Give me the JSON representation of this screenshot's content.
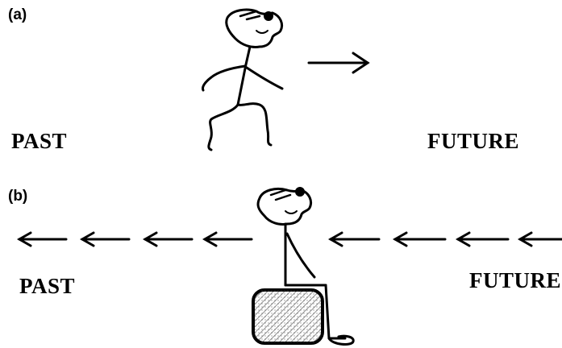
{
  "panel_a": {
    "label": "(a)",
    "left_word": "PAST",
    "right_word": "FUTURE"
  },
  "panel_b": {
    "label": "(b)",
    "left_word": "PAST",
    "right_word": "FUTURE"
  },
  "colors": {
    "ink": "#000000",
    "background": "#ffffff",
    "seat_hatch": "#888888"
  }
}
